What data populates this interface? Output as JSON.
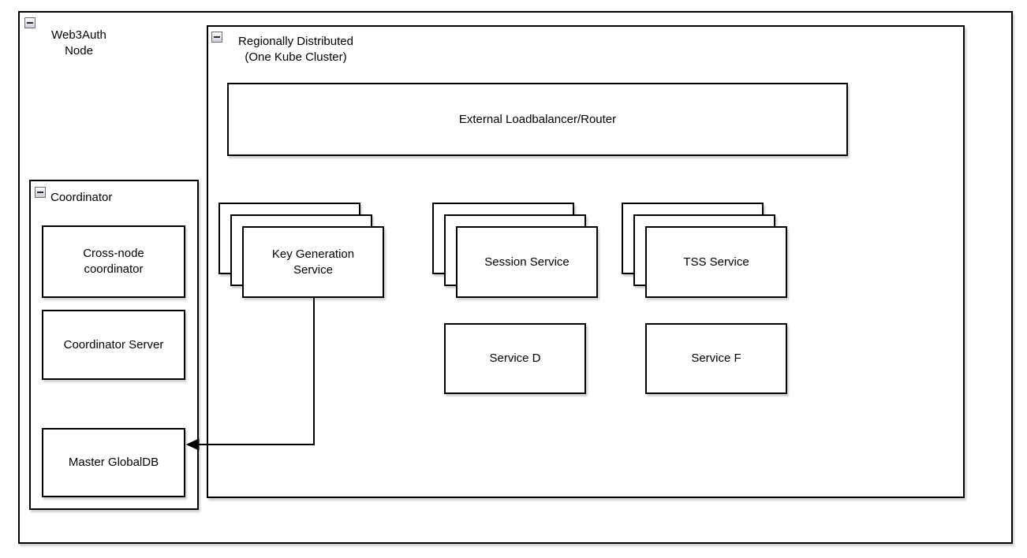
{
  "diagram": {
    "type": "architecture-diagram",
    "colors": {
      "stroke": "#000000",
      "fill": "#ffffff",
      "background": "#ffffff",
      "collapse_icon_fill": "#c9cfda"
    },
    "icons": {
      "collapse": "minus"
    },
    "groups": {
      "web3auth_node": {
        "label": "Web3Auth\nNode",
        "collapsed": false
      },
      "regional": {
        "label": "Regionally Distributed\n(One Kube Cluster)",
        "collapsed": false
      },
      "coordinator": {
        "label": "Coordinator",
        "collapsed": false
      }
    },
    "nodes": {
      "external_lb": {
        "label": "External Loadbalancer/Router"
      },
      "key_generation": {
        "label": "Key Generation\nService",
        "replicas": 3
      },
      "session_service": {
        "label": "Session Service",
        "replicas": 3
      },
      "tss_service": {
        "label": "TSS Service",
        "replicas": 3
      },
      "service_d": {
        "label": "Service D"
      },
      "service_f": {
        "label": "Service F"
      },
      "cross_node_coordinator": {
        "label": "Cross-node\ncoordinator"
      },
      "coordinator_server": {
        "label": "Coordinator Server"
      },
      "master_globaldb": {
        "label": "Master GlobalDB"
      }
    },
    "edges": [
      {
        "from": "key_generation",
        "to": "master_globaldb",
        "style": "orthogonal",
        "arrowhead": "solid-left"
      }
    ]
  }
}
